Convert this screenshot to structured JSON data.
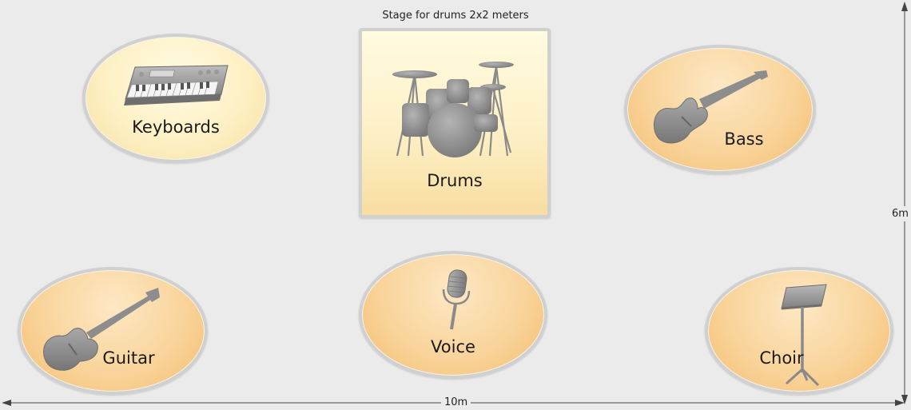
{
  "caption": "Stage for drums 2x2 meters",
  "dimensions": {
    "width": "10m",
    "height": "6m"
  },
  "stations": {
    "keyboards": {
      "label": "Keyboards",
      "icon": "keyboard-icon"
    },
    "drums": {
      "label": "Drums",
      "icon": "drum-kit-icon"
    },
    "bass": {
      "label": "Bass",
      "icon": "bass-guitar-icon"
    },
    "guitar": {
      "label": "Guitar",
      "icon": "electric-guitar-icon"
    },
    "voice": {
      "label": "Voice",
      "icon": "microphone-icon"
    },
    "choir": {
      "label": "Choir",
      "icon": "music-stand-icon"
    }
  },
  "colors": {
    "background": "#ebebeb",
    "oval_light": "#fdf0c4",
    "oval_orange": "#f9d49b",
    "icon_gray": "#8a8a8a"
  }
}
